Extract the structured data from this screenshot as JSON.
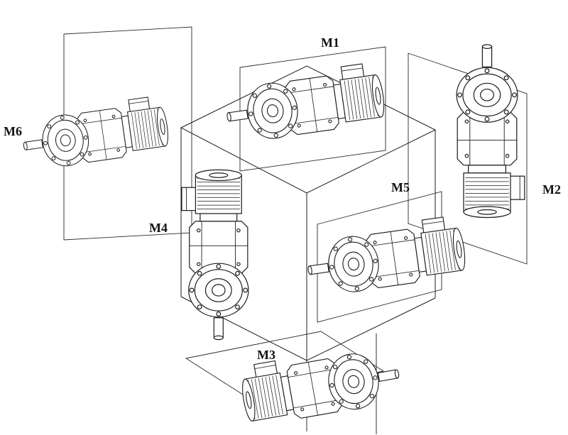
{
  "figure": {
    "labels": [
      {
        "id": "M1"
      },
      {
        "id": "M2"
      },
      {
        "id": "M3"
      },
      {
        "id": "M4"
      },
      {
        "id": "M5"
      },
      {
        "id": "M6"
      }
    ],
    "colors": {
      "line": "#1b1b1b",
      "panel_line": "#2a2a2a",
      "background": "#ffffff"
    }
  }
}
